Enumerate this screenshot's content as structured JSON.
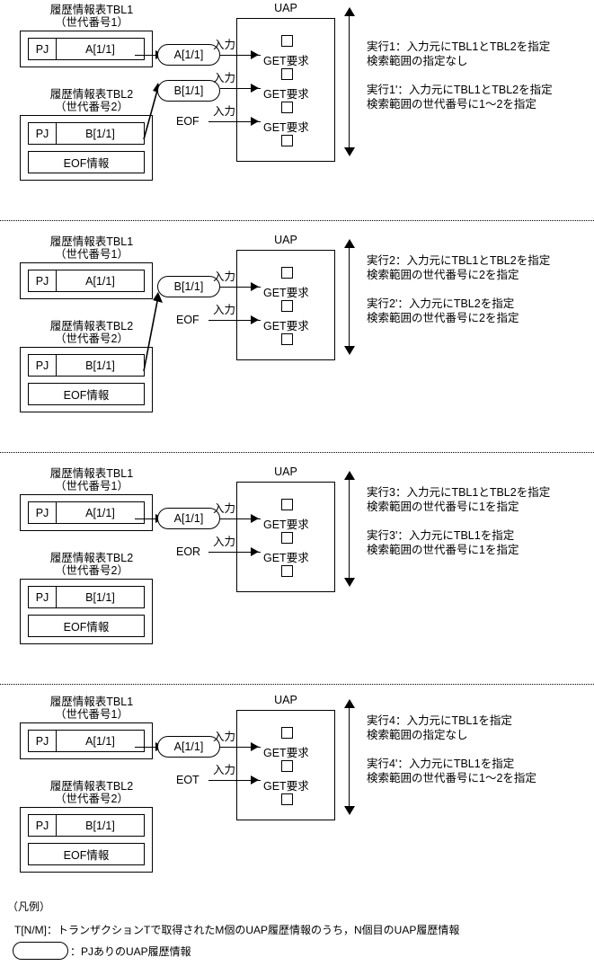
{
  "common": {
    "tbl1_title_line1": "履歴情報表TBL1",
    "tbl1_title_line2": "（世代番号1）",
    "tbl2_title_line1": "履歴情報表TBL2",
    "tbl2_title_line2": "（世代番号2）",
    "pj_label": "PJ",
    "a_record": "A[1/1]",
    "b_record": "B[1/1]",
    "eof_info": "EOF情報",
    "uap_label": "UAP",
    "get_request": "GET要求",
    "input_label": "入力",
    "eof": "EOF",
    "eor": "EOR",
    "eot": "EOT"
  },
  "panels": [
    {
      "id": "panel-1",
      "pills": [
        "A[1/1]",
        "B[1/1]"
      ],
      "terminator": "EOF",
      "get_request_count": 3,
      "checkbox_count": 4,
      "notes": "実行1：入力元にTBL1とTBL2を指定\n検索範囲の指定なし\n\n実行1'：入力元にTBL1とTBL2を指定\n検索範囲の世代番号に1～2を指定"
    },
    {
      "id": "panel-2",
      "pills": [
        "B[1/1]"
      ],
      "terminator": "EOF",
      "get_request_count": 2,
      "checkbox_count": 3,
      "notes": "実行2：入力元にTBL1とTBL2を指定\n検索範囲の世代番号に2を指定\n\n実行2'：入力元にTBL2を指定\n検索範囲の世代番号に2を指定"
    },
    {
      "id": "panel-3",
      "pills": [
        "A[1/1]"
      ],
      "terminator": "EOR",
      "get_request_count": 2,
      "checkbox_count": 3,
      "notes": "実行3：入力元にTBL1とTBL2を指定\n検索範囲の世代番号に1を指定\n\n実行3'：入力元にTBL1を指定\n検索範囲の世代番号に1を指定"
    },
    {
      "id": "panel-4",
      "pills": [
        "A[1/1]"
      ],
      "terminator": "EOT",
      "get_request_count": 2,
      "checkbox_count": 3,
      "notes": "実行4：入力元にTBL1を指定\n検索範囲の指定なし\n\n実行4'：入力元にTBL1を指定\n検索範囲の世代番号に1～2を指定"
    }
  ],
  "legend": {
    "title": "（凡例）",
    "line1": "T[N/M]：トランザクションTで取得されたM個のUAP履歴情報のうち，N個目のUAP履歴情報",
    "line2": "：PJありのUAP履歴情報"
  }
}
